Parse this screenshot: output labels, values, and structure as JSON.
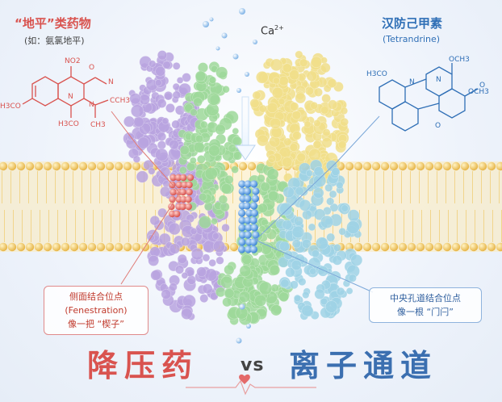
{
  "left_drug": {
    "title": "“地平”类药物",
    "subtitle": "(如：氨氯地平)",
    "structure_labels": [
      "NO2",
      "O",
      "N",
      "H3CO",
      "N",
      "CCH3",
      "H3CO",
      "N",
      "CH3"
    ]
  },
  "right_drug": {
    "title": "汉防己甲素",
    "subtitle": "(Tetrandrine)",
    "structure_labels": [
      "OCH3",
      "H3CO",
      "N",
      "N",
      "O",
      "OCH3",
      "O"
    ]
  },
  "ion": {
    "label": "Ca",
    "charge": "2+"
  },
  "callout_left": {
    "line1": "侧面结合位点",
    "line2": "(Fenestration)",
    "line3": "像一把 “楔子”"
  },
  "callout_right": {
    "line1": "中央孔道结合位点",
    "line2": "像一根 “门闩”"
  },
  "bottom": {
    "left": "降压药",
    "vs": "vs",
    "right": "离子通道"
  },
  "colors": {
    "red": "#d9534f",
    "blue": "#2f6fb6",
    "membrane": "#f0c869",
    "protein_purple": "#b9a4e0",
    "protein_green": "#9ed99a",
    "protein_yellow": "#f1df8a",
    "protein_cyan": "#9fd3e6"
  }
}
